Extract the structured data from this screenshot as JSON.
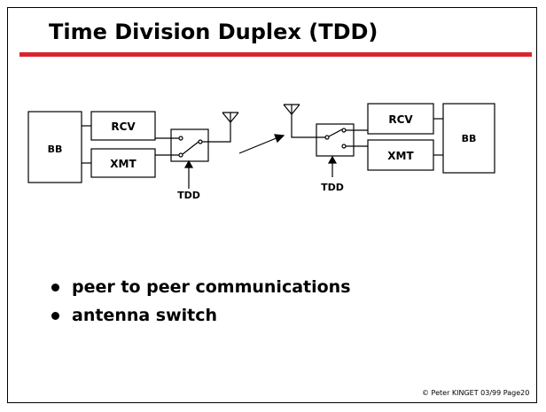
{
  "slide": {
    "title": "Time Division Duplex (TDD)",
    "accent_color": "#d9242f",
    "footer": "© Peter KINGET  03/99 Page20"
  },
  "diagram": {
    "left_node": {
      "bb": "BB",
      "rcv": "RCV",
      "xmt": "XMT",
      "control": "TDD"
    },
    "right_node": {
      "bb": "BB",
      "rcv": "RCV",
      "xmt": "XMT",
      "control": "TDD"
    },
    "antenna_icon": "antenna-icon",
    "switch_icon": "spdt-switch-icon"
  },
  "bullets": [
    {
      "text": "peer to peer communications"
    },
    {
      "text": "antenna switch"
    }
  ]
}
